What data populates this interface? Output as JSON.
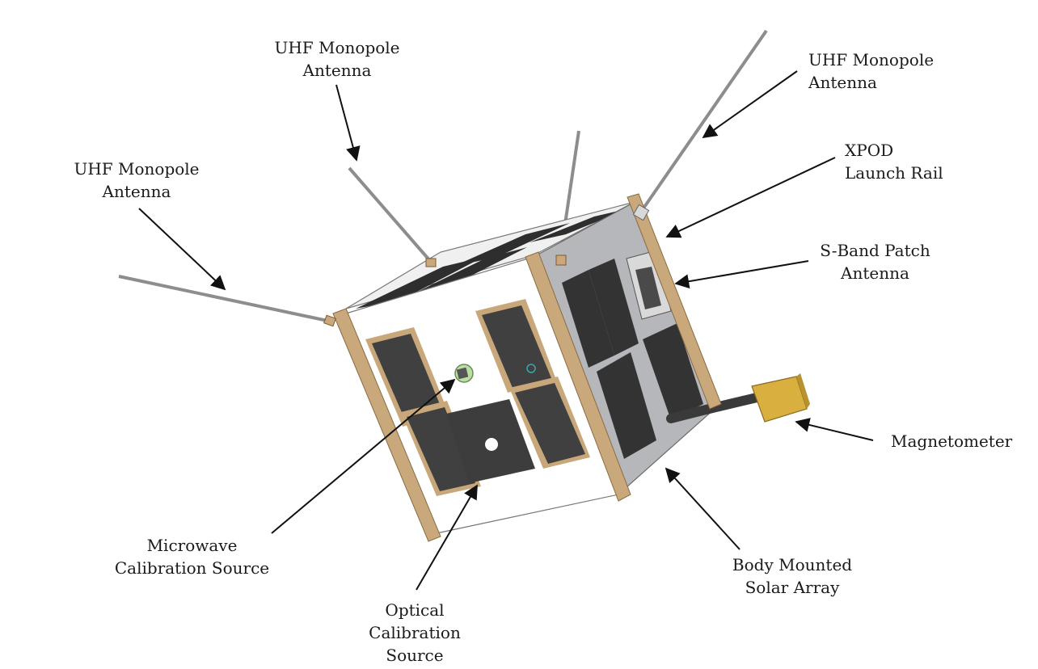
{
  "labels": {
    "uhf_top": [
      "UHF Monopole",
      "Antenna"
    ],
    "uhf_right": [
      "UHF Monopole",
      "Antenna"
    ],
    "uhf_left": [
      "UHF Monopole",
      "Antenna"
    ],
    "xpod": [
      "XPOD",
      "Launch Rail"
    ],
    "sband": [
      "S-Band Patch",
      "Antenna"
    ],
    "magnetometer": [
      "Magnetometer"
    ],
    "microwave": [
      "Microwave",
      "Calibration Source"
    ],
    "optical": [
      "Optical",
      "Calibration",
      "Source"
    ],
    "body_solar": [
      "Body Mounted",
      "Solar Array"
    ]
  },
  "colors": {
    "rail": "#c9a97c",
    "panel": "#3d3d3d",
    "panel_frame": "#c8a77a",
    "side_face": "#b5b7bb",
    "front_face": "#ffffff",
    "magnetometer": "#d9b040",
    "arrow": "#111111"
  }
}
